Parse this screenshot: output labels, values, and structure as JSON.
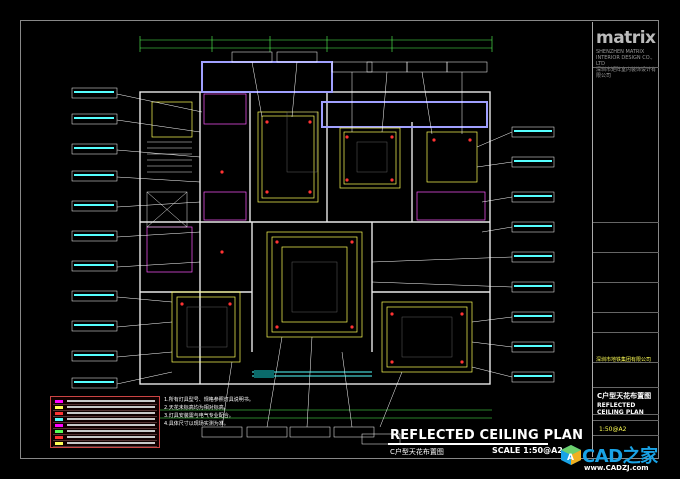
{
  "brand": {
    "name": "matrix",
    "sub_line1": "SHENZHEN MATRIX INTERIOR DESIGN CO., LTD",
    "sub_line2": "深圳市矩阵室内装饰设计有限公司"
  },
  "plan": {
    "title_en": "REFLECTED CEILING PLAN",
    "title_cn": "C户型天花布置图",
    "scale": "SCALE 1:50@A2"
  },
  "title_block": {
    "drawing_title_cn": "C户型天花布置图",
    "drawing_title_en": "REFLECTED CEILING PLAN",
    "scale": "1:50@A2",
    "client": "深圳市地铁集团有限公司"
  },
  "notes": {
    "line1": "1.所有灯具型号、规格参照灯具说明书。",
    "line2": "2.天花未标高均为相对标高。",
    "line3": "3.灯具安装需与电气专业配合。",
    "line4": "4.具体尺寸以现场实测为准。"
  },
  "watermark": {
    "site_name": "CAD之家",
    "url": "www.CADZJ.com"
  },
  "colors": {
    "background": "#000000",
    "wall": "#e8e8e8",
    "ceiling_line": "#ffff55",
    "leader": "#ffffff",
    "dimension": "#55ff55",
    "light": "#ff3333",
    "room_accent": "#ff55ff",
    "cyan_label": "#55ffff",
    "watermark_blue": "#19a3e6"
  }
}
